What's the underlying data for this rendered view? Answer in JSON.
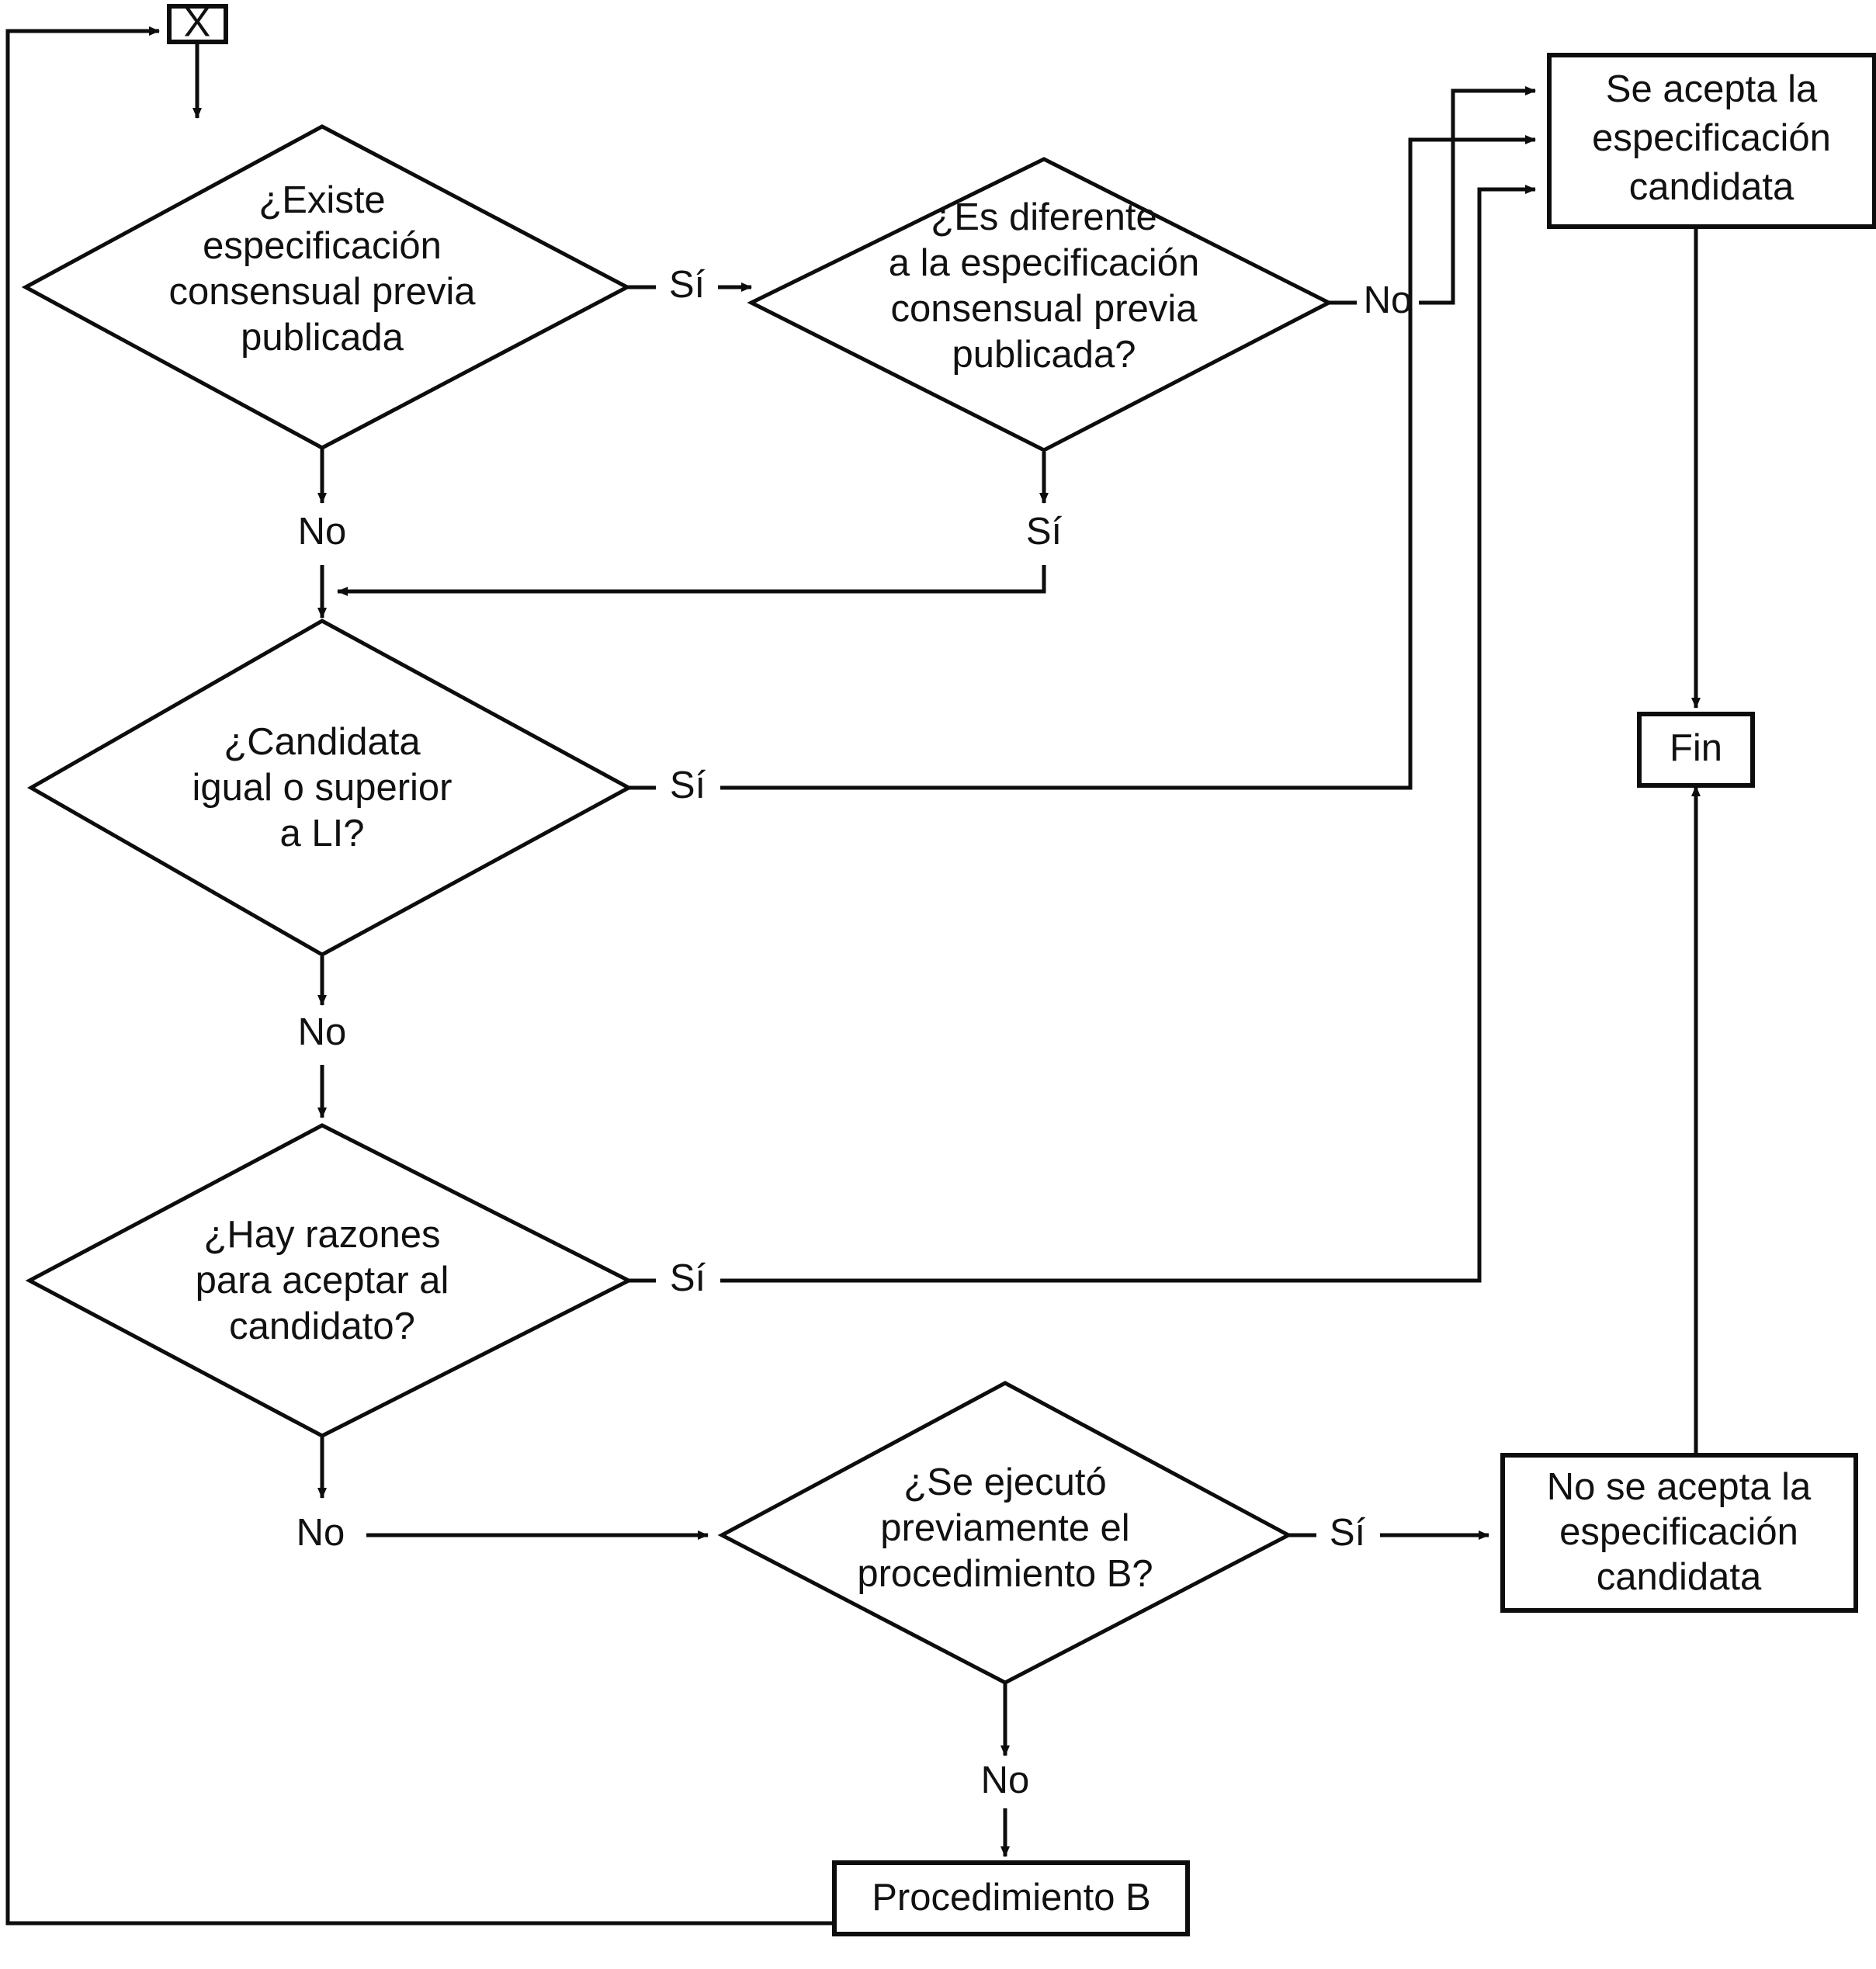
{
  "diagram": {
    "type": "flowchart",
    "language": "es",
    "background_color": "#ffffff",
    "line_color": "#0d0d0d",
    "text_color": "#111111"
  },
  "nodes": {
    "start_connector": {
      "label": "X",
      "shape": "rectangle"
    },
    "d1": {
      "label_line1": "¿Existe",
      "label_line2": "especificación",
      "label_line3": "consensual previa",
      "label_line4": "publicada",
      "shape": "diamond"
    },
    "d2": {
      "label_line1": "¿Es diferente",
      "label_line2": "a la especificación",
      "label_line3": "consensual previa",
      "label_line4": "publicada?",
      "shape": "diamond"
    },
    "d3": {
      "label_line1": "¿Candidata",
      "label_line2": "igual o superior",
      "label_line3": "a LI?",
      "shape": "diamond"
    },
    "d4": {
      "label_line1": "¿Hay razones",
      "label_line2": "para aceptar al",
      "label_line3": "candidato?",
      "shape": "diamond"
    },
    "d5": {
      "label_line1": "¿Se ejecutó",
      "label_line2": "previamente el",
      "label_line3": "procedimiento B?",
      "shape": "diamond"
    },
    "accept": {
      "label_line1": "Se acepta la",
      "label_line2": "especificación",
      "label_line3": "candidata",
      "shape": "rectangle"
    },
    "reject": {
      "label_line1": "No se acepta la",
      "label_line2": "especificación",
      "label_line3": "candidata",
      "shape": "rectangle"
    },
    "fin": {
      "label": "Fin",
      "shape": "rectangle"
    },
    "procedure_b": {
      "label": "Procedimiento B",
      "shape": "rectangle"
    }
  },
  "edge_labels": {
    "d1_yes": "Sí",
    "d1_no": "No",
    "d2_no": "No",
    "d2_yes": "Sí",
    "d3_yes": "Sí",
    "d3_no": "No",
    "d4_yes": "Sí",
    "d4_no": "No",
    "d5_yes": "Sí",
    "d5_no": "No"
  }
}
